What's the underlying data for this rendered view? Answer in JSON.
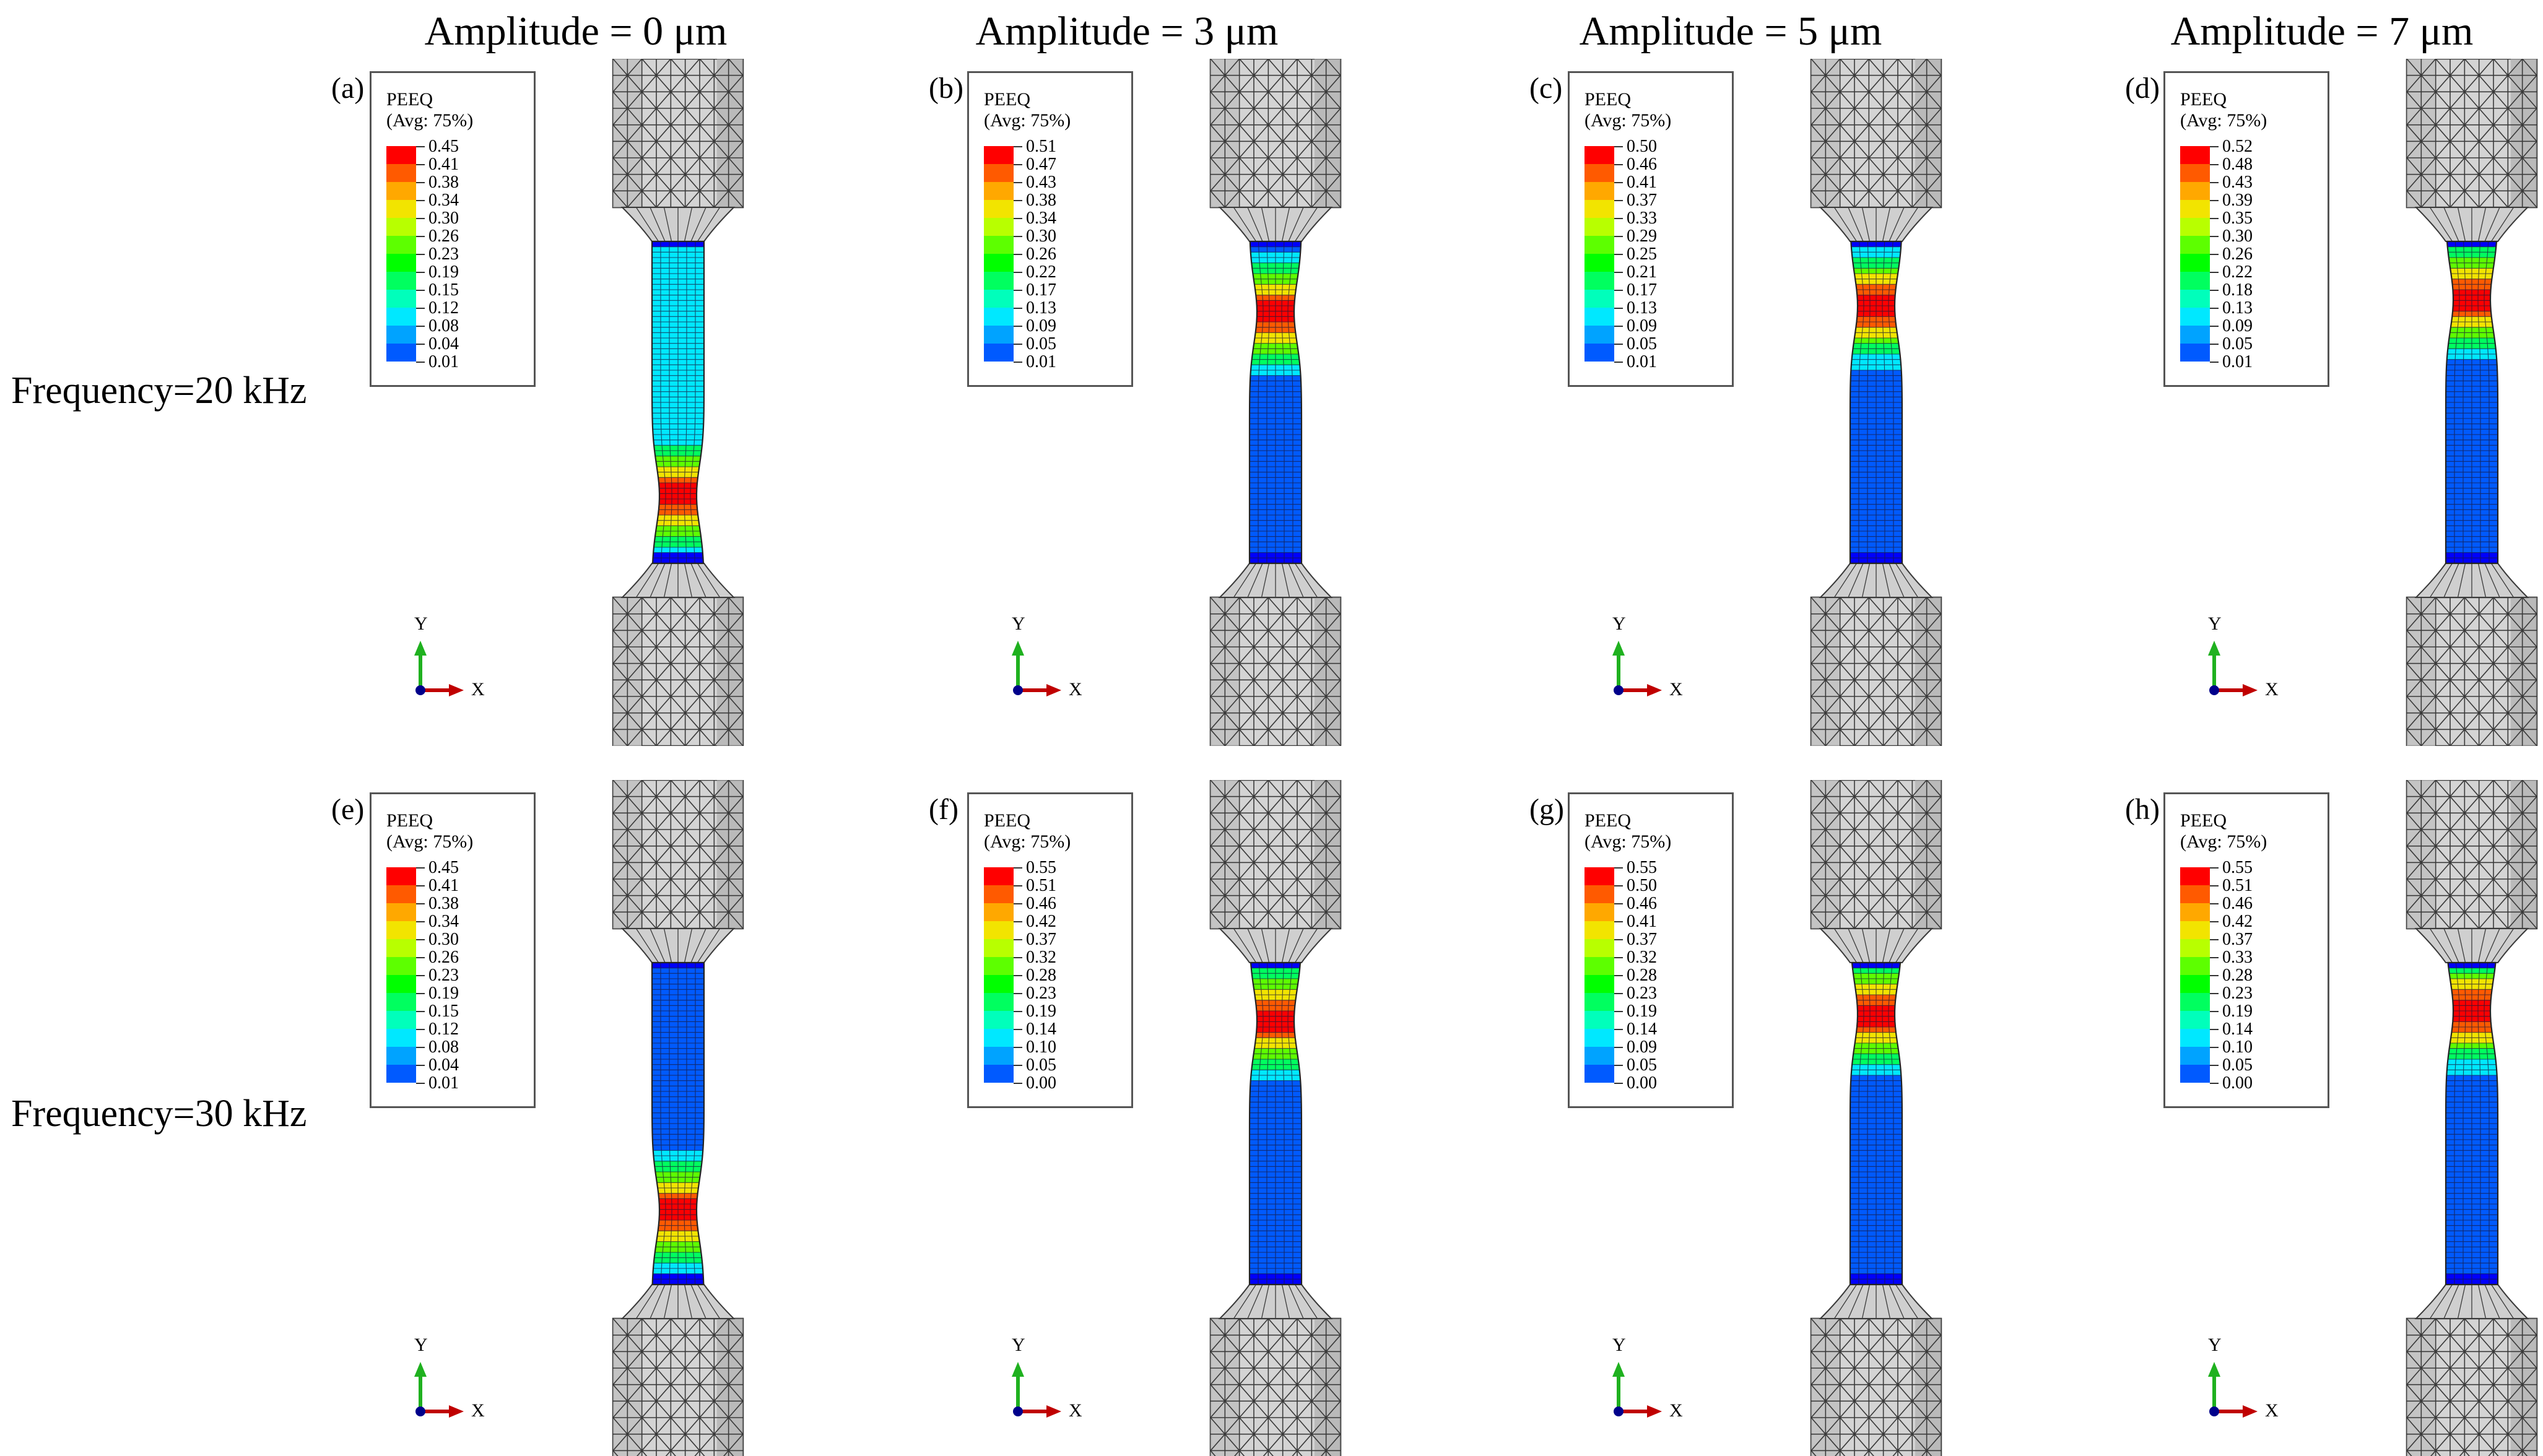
{
  "columns": [
    "Amplitude = 0 μm",
    "Amplitude = 3 μm",
    "Amplitude = 5 μm",
    "Amplitude = 7 μm"
  ],
  "rows": [
    "Frequency=20 kHz",
    "Frequency=30 kHz"
  ],
  "legend_title": "PEEQ",
  "legend_subtitle": "(Avg: 75%)",
  "axis_labels": {
    "y": "Y",
    "x": "X"
  },
  "colors": {
    "scale": [
      "#ff0000",
      "#ff5a00",
      "#ffa800",
      "#f2e400",
      "#b8ff00",
      "#5dff00",
      "#00ff00",
      "#00ff5f",
      "#00ffbb",
      "#00e8ff",
      "#00a3ff",
      "#005aff",
      "#0000ff"
    ],
    "grip": "#d4d4d4",
    "mesh": "#3a3a3a",
    "axis_x": "#c00000",
    "axis_y": "#1fb11f",
    "axis_origin": "#00008b"
  },
  "panels": [
    {
      "letter": "(a)",
      "values": [
        "0.45",
        "0.41",
        "0.38",
        "0.34",
        "0.30",
        "0.26",
        "0.23",
        "0.19",
        "0.15",
        "0.12",
        "0.08",
        "0.04",
        "0.01"
      ],
      "neck_position": 0.79,
      "uniform_level": 9
    },
    {
      "letter": "(b)",
      "values": [
        "0.51",
        "0.47",
        "0.43",
        "0.38",
        "0.34",
        "0.30",
        "0.26",
        "0.22",
        "0.17",
        "0.13",
        "0.09",
        "0.05",
        "0.01"
      ],
      "neck_position": 0.22,
      "uniform_level": 11
    },
    {
      "letter": "(c)",
      "values": [
        "0.50",
        "0.46",
        "0.41",
        "0.37",
        "0.33",
        "0.29",
        "0.25",
        "0.21",
        "0.17",
        "0.13",
        "0.09",
        "0.05",
        "0.01"
      ],
      "neck_position": 0.2,
      "uniform_level": 11
    },
    {
      "letter": "(d)",
      "values": [
        "0.52",
        "0.48",
        "0.43",
        "0.39",
        "0.35",
        "0.30",
        "0.26",
        "0.22",
        "0.18",
        "0.13",
        "0.09",
        "0.05",
        "0.01"
      ],
      "neck_position": 0.18,
      "uniform_level": 11
    },
    {
      "letter": "(e)",
      "values": [
        "0.45",
        "0.41",
        "0.38",
        "0.34",
        "0.30",
        "0.26",
        "0.23",
        "0.19",
        "0.15",
        "0.12",
        "0.08",
        "0.04",
        "0.01"
      ],
      "neck_position": 0.77,
      "uniform_level": 11
    },
    {
      "letter": "(f)",
      "values": [
        "0.55",
        "0.51",
        "0.46",
        "0.42",
        "0.37",
        "0.32",
        "0.28",
        "0.23",
        "0.19",
        "0.14",
        "0.10",
        "0.05",
        "0.00"
      ],
      "neck_position": 0.18,
      "uniform_level": 11
    },
    {
      "letter": "(g)",
      "values": [
        "0.55",
        "0.50",
        "0.46",
        "0.41",
        "0.37",
        "0.32",
        "0.28",
        "0.23",
        "0.19",
        "0.14",
        "0.09",
        "0.05",
        "0.00"
      ],
      "neck_position": 0.16,
      "uniform_level": 11
    },
    {
      "letter": "(h)",
      "values": [
        "0.55",
        "0.51",
        "0.46",
        "0.42",
        "0.37",
        "0.33",
        "0.28",
        "0.23",
        "0.19",
        "0.14",
        "0.10",
        "0.05",
        "0.00"
      ],
      "neck_position": 0.15,
      "uniform_level": 11
    }
  ]
}
